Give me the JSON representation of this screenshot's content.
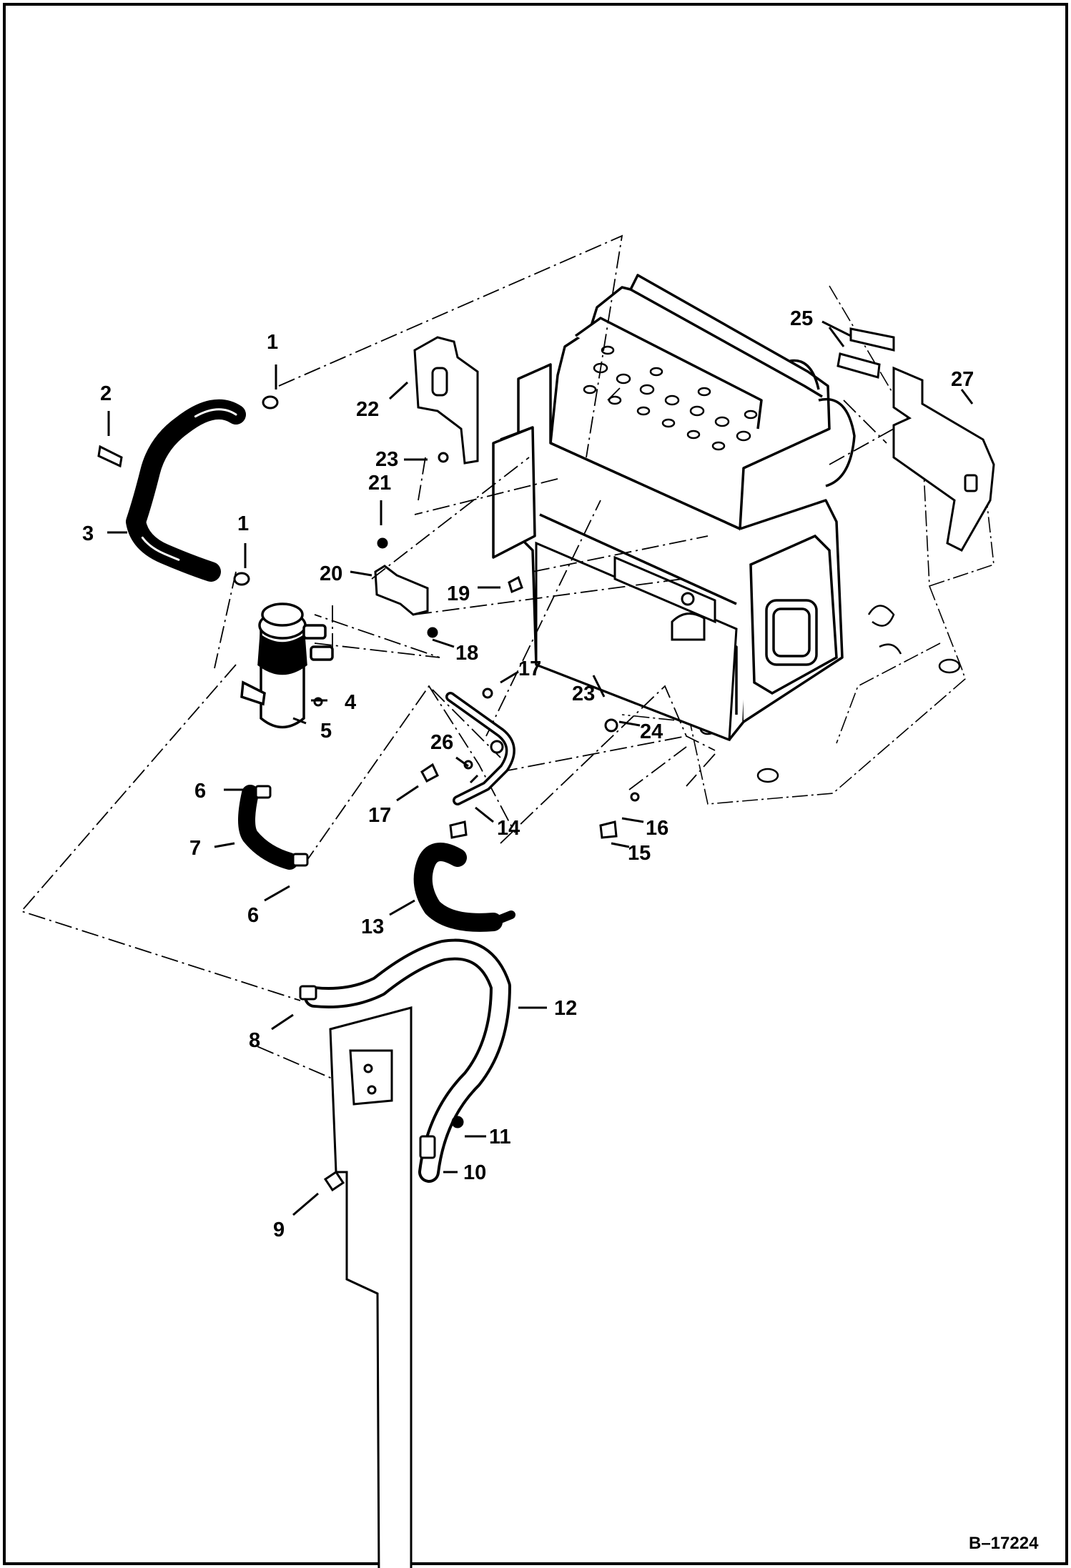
{
  "diagram": {
    "reference": "B–17224",
    "callouts": [
      {
        "id": "c1a",
        "label": "1"
      },
      {
        "id": "c2",
        "label": "2"
      },
      {
        "id": "c3",
        "label": "3"
      },
      {
        "id": "c1b",
        "label": "1"
      },
      {
        "id": "c4",
        "label": "4"
      },
      {
        "id": "c5",
        "label": "5"
      },
      {
        "id": "c6a",
        "label": "6"
      },
      {
        "id": "c7",
        "label": "7"
      },
      {
        "id": "c6b",
        "label": "6"
      },
      {
        "id": "c8",
        "label": "8"
      },
      {
        "id": "c9",
        "label": "9"
      },
      {
        "id": "c10",
        "label": "10"
      },
      {
        "id": "c11",
        "label": "11"
      },
      {
        "id": "c12",
        "label": "12"
      },
      {
        "id": "c13",
        "label": "13"
      },
      {
        "id": "c14",
        "label": "14"
      },
      {
        "id": "c15",
        "label": "15"
      },
      {
        "id": "c16",
        "label": "16"
      },
      {
        "id": "c17a",
        "label": "17"
      },
      {
        "id": "c17b",
        "label": "17"
      },
      {
        "id": "c18",
        "label": "18"
      },
      {
        "id": "c19",
        "label": "19"
      },
      {
        "id": "c20",
        "label": "20"
      },
      {
        "id": "c21",
        "label": "21"
      },
      {
        "id": "c22",
        "label": "22"
      },
      {
        "id": "c23a",
        "label": "23"
      },
      {
        "id": "c23b",
        "label": "23"
      },
      {
        "id": "c24",
        "label": "24"
      },
      {
        "id": "c25",
        "label": "25"
      },
      {
        "id": "c26",
        "label": "26"
      },
      {
        "id": "c27",
        "label": "27"
      }
    ]
  }
}
